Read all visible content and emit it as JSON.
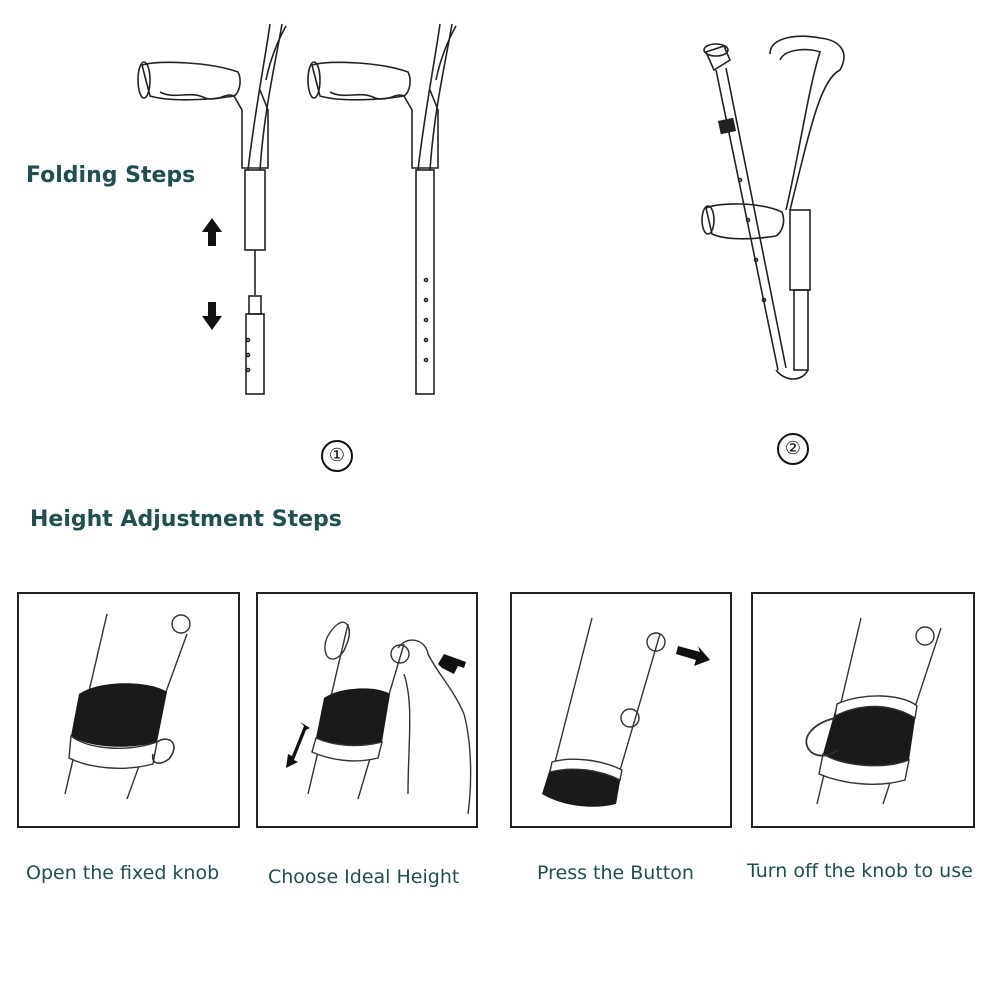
{
  "folding": {
    "title": "Folding Steps",
    "steps": [
      "①",
      "②"
    ]
  },
  "height": {
    "title": "Height Adjustment Steps",
    "steps": [
      {
        "caption": "Open the fixed knob"
      },
      {
        "caption": "Choose Ideal Height"
      },
      {
        "caption": "Press the Button"
      },
      {
        "caption": "Turn off the knob to use"
      }
    ]
  },
  "colors": {
    "heading": "#1f4f4f",
    "ink": "#111111",
    "band": "#1a1a1a"
  }
}
